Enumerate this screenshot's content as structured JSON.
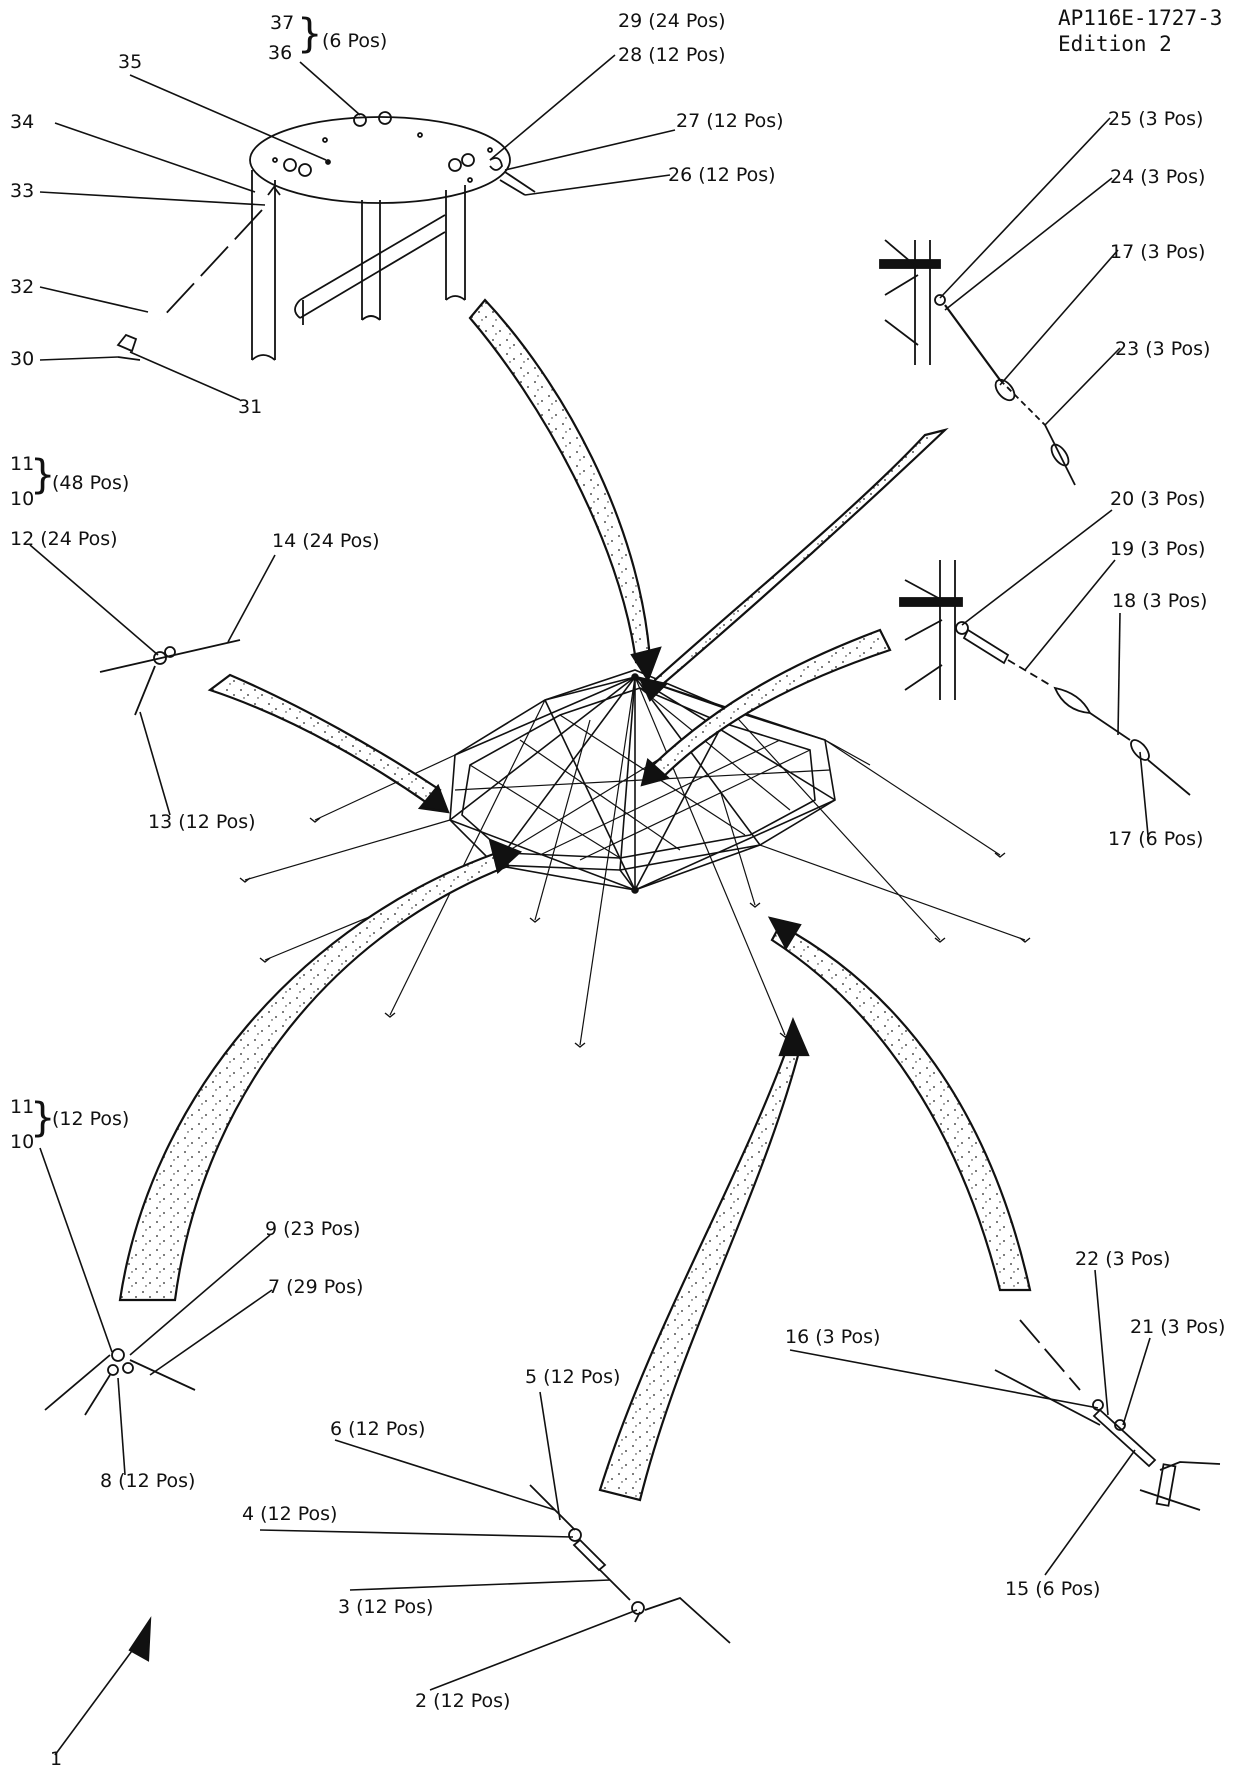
{
  "header": {
    "doc_ref": "AP116E-1727-3",
    "edition": "Edition 2"
  },
  "callouts": {
    "c1": "1",
    "c2": "2 (12 Pos)",
    "c3": "3 (12 Pos)",
    "c4": "4 (12 Pos)",
    "c5": "5 (12 Pos)",
    "c6": "6 (12 Pos)",
    "c7": "7 (29 Pos)",
    "c8": "8 (12 Pos)",
    "c9": "9 (23 Pos)",
    "c10_11_bottom_a": "11",
    "c10_11_bottom_b": "10",
    "c10_11_bottom_qty": "(12 Pos)",
    "c10_11_top_a": "11",
    "c10_11_top_b": "10",
    "c10_11_top_qty": "(48 Pos)",
    "c12": "12 (24 Pos)",
    "c13": "13 (12 Pos)",
    "c14": "14 (24 Pos)",
    "c15": "15 (6 Pos)",
    "c16": "16 (3 Pos)",
    "c17a": "17 (3 Pos)",
    "c17b": "17 (6 Pos)",
    "c18": "18 (3 Pos)",
    "c19": "19 (3 Pos)",
    "c20": "20 (3 Pos)",
    "c21": "21 (3 Pos)",
    "c22": "22 (3 Pos)",
    "c23": "23 (3 Pos)",
    "c24": "24 (3 Pos)",
    "c25": "25 (3 Pos)",
    "c26": "26 (12 Pos)",
    "c27": "27 (12 Pos)",
    "c28": "28 (12 Pos)",
    "c29": "29 (24 Pos)",
    "c30": "30",
    "c31": "31",
    "c32": "32",
    "c33": "33",
    "c34": "34",
    "c35": "35",
    "c36_37_a": "37",
    "c36_37_b": "36",
    "c36_37_qty": "(6 Pos)"
  }
}
